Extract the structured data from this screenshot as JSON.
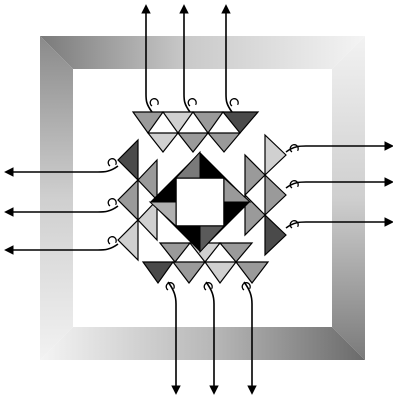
{
  "diagram": {
    "kind": "schematic",
    "text": [],
    "colors": {
      "frame_dark": "#6b6b6b",
      "frame_mid": "#a8a8a8",
      "frame_light": "#f2f2f2",
      "triangle_dark": "#4a4a4a",
      "triangle_mid": "#9a9a9a",
      "triangle_light": "#d0d0d0",
      "core_black": "#000000",
      "stroke": "#000000",
      "background": "#ffffff"
    },
    "groups": {
      "top_arrows": 3,
      "right_arrows": 3,
      "bottom_arrows": 3,
      "left_arrows": 3
    }
  }
}
